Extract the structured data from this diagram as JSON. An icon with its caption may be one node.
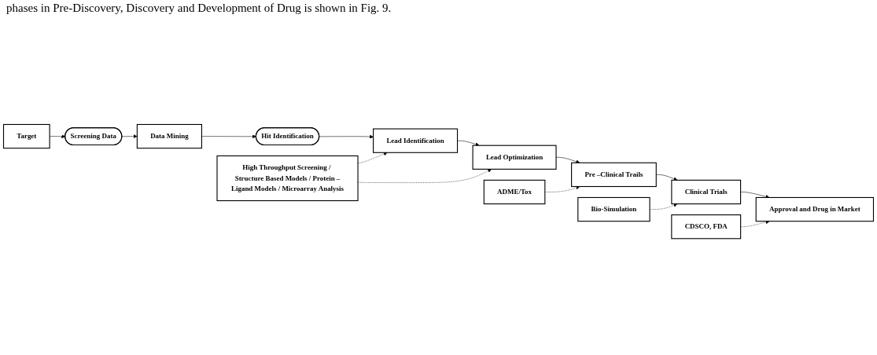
{
  "diagram": {
    "nodes": [
      {
        "text": [
          "Target"
        ]
      },
      {
        "text": [
          "Screening Data"
        ]
      },
      {
        "text": [
          "Data Mining"
        ]
      },
      {
        "text": [
          "Hit Identification"
        ]
      },
      {
        "text": [
          "Pre –Clinical Trails"
        ]
      },
      {
        "text": [
          "Lead Optimization"
        ]
      },
      {
        "text": [
          "Lead Identification"
        ]
      },
      {
        "text": [
          "ADME/Tox"
        ]
      },
      {
        "text": [
          "High Throughput Screening / Structure Based Models / Protein –Ligand Models / Microarray Analysis"
        ]
      },
      {
        "text": [
          "Clinical Trials"
        ]
      },
      {
        "text": [
          "Approval and Drug in Market"
        ]
      },
      {
        "text": [
          "Bio-Simulation"
        ]
      },
      {
        "text": [
          "CDSCO, FDA"
        ]
      }
    ],
    "edges": [
      {
        "from": 0,
        "to": 1,
        "arrow": "to"
      },
      {
        "from": 1,
        "to": 2,
        "arrow": "to"
      },
      {
        "from": 2,
        "to": 3,
        "arrow": "to"
      },
      {
        "from": 3,
        "to": 6,
        "arrow": "to"
      },
      {
        "from": 6,
        "to": 5,
        "arrow": "to"
      },
      {
        "from": 5,
        "to": 4,
        "arrow": "to"
      },
      {
        "from": 7,
        "to": 4,
        "arrow": "to",
        "style": "dashed"
      },
      {
        "from": 8,
        "to": 5,
        "arrow": "to",
        "style": "dashed"
      },
      {
        "from": 8,
        "to": 6,
        "arrow": "to",
        "style": "dashed"
      },
      {
        "from": 4,
        "to": 9,
        "arrow": "to"
      },
      {
        "from": 9,
        "to": 10,
        "arrow": "to"
      },
      {
        "from": 11,
        "to": 9,
        "arrow": "to",
        "style": "dashed"
      },
      {
        "from": 12,
        "to": 10,
        "arrow": "to",
        "style": "dashed"
      }
    ],
    "labels": [
      "phases in Pre-Discovery, Discovery and Development of Drug is shown in Fig. 9."
    ]
  }
}
